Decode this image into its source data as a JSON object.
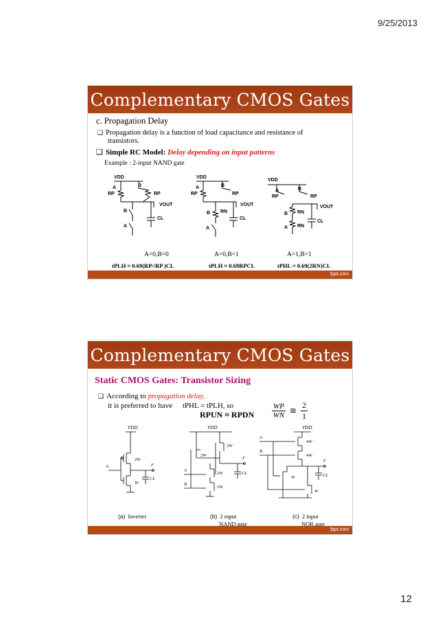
{
  "header": {
    "date": "9/25/2013"
  },
  "footer": {
    "page_number": "12"
  },
  "slide1": {
    "title": "Complementary CMOS Gates",
    "subtitle": "c.  Propagation Delay",
    "bullet1_line1": "Propagation delay is a function of load capacitance and resistance of",
    "bullet1_line2": "transistors.",
    "bullet2_bold": "Simple RC Model: ",
    "bullet2_red": "Delay depending on input patterns",
    "example": "Example : 2-input NAND gate",
    "circuits": [
      {
        "caption": "A=0,B=0",
        "formula": "tPLH ≈ 0.69(RP//RP )CL"
      },
      {
        "caption": "A=0,B=1",
        "formula": "tPLH ≈ 0.69RPCL"
      },
      {
        "caption": "A=1,B=1",
        "formula": "tPHL ≈ 0.69(2RN)CL"
      }
    ],
    "labels": {
      "vdd": "VDD",
      "vout": "VOUT",
      "a": "A",
      "b": "B",
      "rp": "RP",
      "rn": "RN",
      "cl": "CL"
    },
    "brand": "fppt.com"
  },
  "slide2": {
    "title": "Complementary CMOS Gates",
    "subtitle": "Static CMOS Gates: Transistor Sizing",
    "bullet_prefix": "According to ",
    "bullet_red": "propagation delay,",
    "line2_a": "it is preferred  to have ",
    "line2_b": "tPHL =  tPLH, so",
    "equation": "RPUN ≈ RPDN",
    "ratio": {
      "num": "WP",
      "den": "WN",
      "approx": "≅",
      "rnum": "2",
      "rden": "1"
    },
    "panels": [
      {
        "tag": "(a)",
        "caption": "Inverter"
      },
      {
        "tag": "(b)",
        "caption": "2 input",
        "caption2": "NAND gate"
      },
      {
        "tag": "(c)",
        "caption": "2 input",
        "caption2": "NOR gate"
      }
    ],
    "labels": {
      "vdd": "VDD",
      "f": "F",
      "cl": "CL",
      "a": "A",
      "b": "B",
      "w2": "2W",
      "w": "W",
      "w4": "4W"
    },
    "brand": "fppt.com"
  }
}
